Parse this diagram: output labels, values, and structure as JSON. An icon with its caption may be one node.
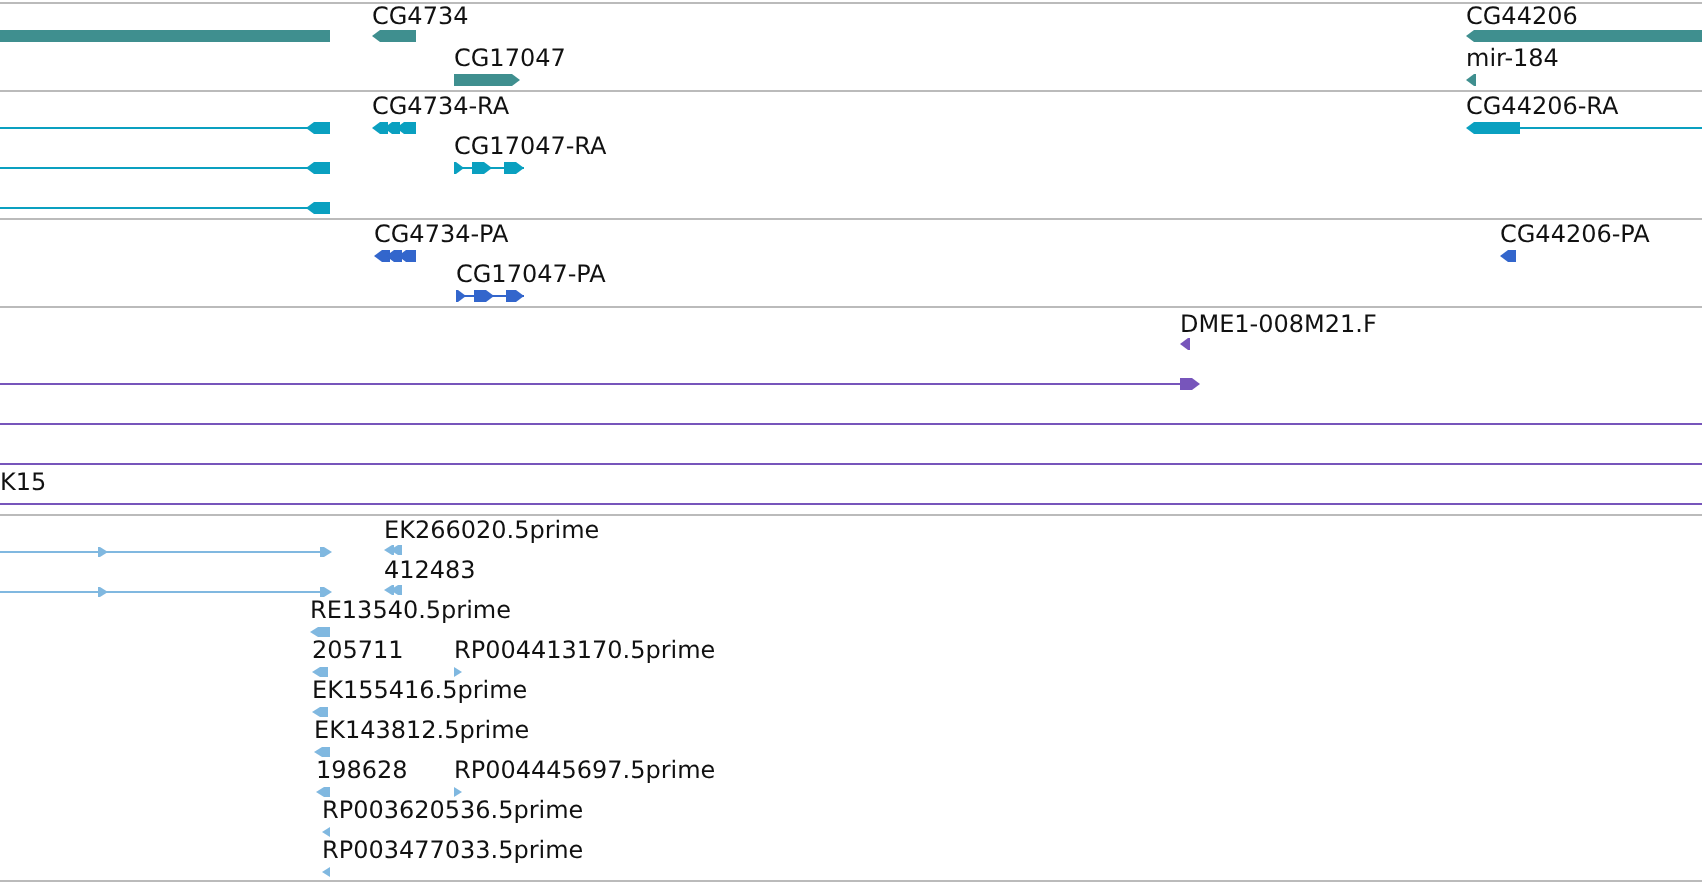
{
  "diagram": {
    "labels": [
      "CG4734",
      "CG44206",
      "CG17047",
      "mir-184",
      "CG4734-RA",
      "CG44206-RA",
      "CG17047-RA",
      "CG4734-PA",
      "CG44206-PA",
      "CG17047-PA",
      "DME1-008M21.F",
      "K15",
      "EK266020.5prime",
      "412483",
      "RE13540.5prime",
      "205711",
      "RP004413170.5prime",
      "EK155416.5prime",
      "EK143812.5prime",
      "198628",
      "RP004445697.5prime",
      "RP003620536.5prime",
      "RP003477033.5prime"
    ]
  }
}
